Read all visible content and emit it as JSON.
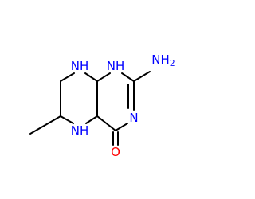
{
  "molecule": {
    "colors": {
      "nitrogen": "#0000FF",
      "oxygen": "#FF0000",
      "carbon_bond": "#000000",
      "background": "#FFFFFF"
    },
    "atoms": {
      "n8": "NH",
      "n1": "NH",
      "n5": "NH",
      "n3": "N",
      "amino_main": "NH",
      "amino_sub": "2",
      "o4": "O"
    }
  }
}
